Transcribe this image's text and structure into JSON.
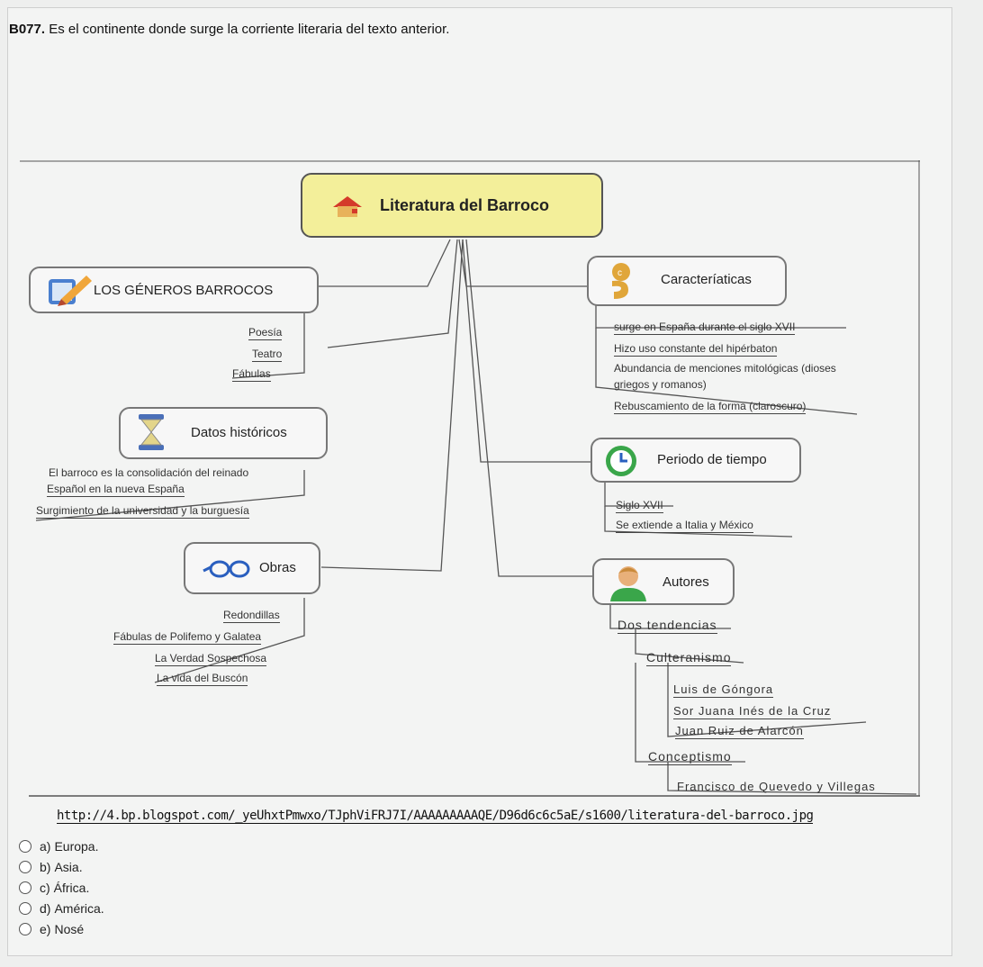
{
  "question": {
    "id": "B077.",
    "text": "Es el continente donde surge la corriente literaria del texto anterior."
  },
  "mindmap": {
    "title": "Literatura del Barroco",
    "generos": {
      "title": "LOS GÉNEROS BARROCOS",
      "items": [
        "Poesía",
        "Teatro",
        "Fábulas"
      ]
    },
    "datos": {
      "title": "Datos históricos",
      "items": [
        "El barroco es la consolidación del reinado",
        "Español en la nueva España",
        "Surgimiento de la universidad y la burguesía"
      ]
    },
    "obras": {
      "title": "Obras",
      "items": [
        "Redondillas",
        "Fábulas de Polifemo y Galatea",
        "La Verdad Sospechosa",
        "La vida del Buscón"
      ]
    },
    "caracteristicas": {
      "title": "Caracteríaticas",
      "items": [
        "surge en España durante el siglo XVII",
        "Hizo uso constante del hipérbaton",
        "Abundancia de menciones mitológicas (dioses",
        "griegos y romanos)",
        "Rebuscamiento de la forma (claroscuro)"
      ]
    },
    "periodo": {
      "title": "Periodo de tiempo",
      "items": [
        "Siglo XVII",
        "Se extiende a Italia y México"
      ]
    },
    "autores": {
      "title": "Autores",
      "tendencias": "Dos tendencias",
      "culteranismo": "Culteranismo",
      "culteranismo_items": [
        "Luis de Góngora",
        "Sor Juana Inés de la Cruz",
        "Juan Ruiz de Alarcón"
      ],
      "conceptismo": "Conceptismo",
      "conceptismo_items": [
        "Francisco de Quevedo y Villegas"
      ]
    }
  },
  "source_url": "http://4.bp.blogspot.com/_yeUhxtPmwxo/TJphViFRJ7I/AAAAAAAAAQE/D96d6c6c5aE/s1600/literatura-del-barroco.jpg",
  "options": [
    {
      "letter": "a)",
      "label": "Europa."
    },
    {
      "letter": "b)",
      "label": "Asia."
    },
    {
      "letter": "c)",
      "label": "África."
    },
    {
      "letter": "d)",
      "label": "América."
    },
    {
      "letter": "e)",
      "label": "Nosé"
    }
  ]
}
